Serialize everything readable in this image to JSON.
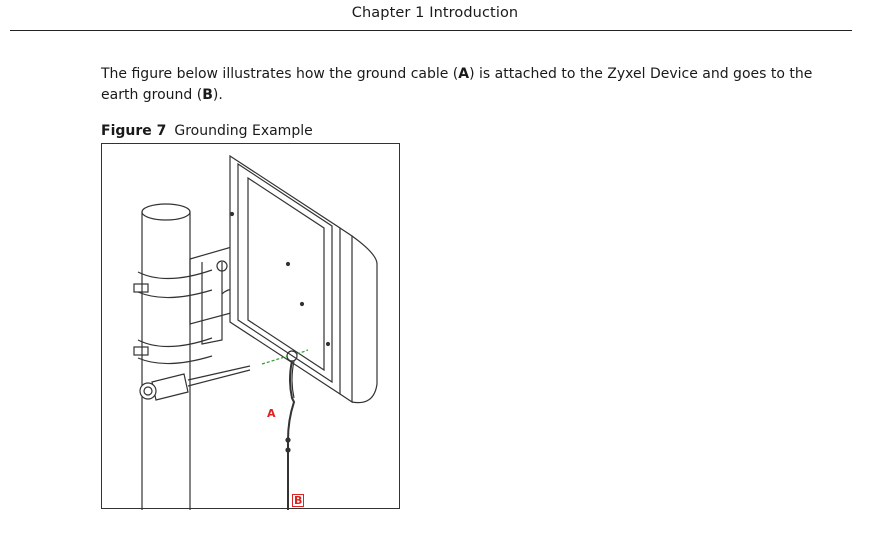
{
  "header": {
    "title": "Chapter 1 Introduction"
  },
  "body": {
    "part1": "The figure below illustrates how the ground cable (",
    "bold_a": "A",
    "part2": ") is attached to the Zyxel Device and goes to the earth ground (",
    "bold_b": "B",
    "part3": ")."
  },
  "figure": {
    "label": "Figure 7",
    "title": "Grounding Example",
    "callout_a": "A",
    "callout_b": "B"
  }
}
